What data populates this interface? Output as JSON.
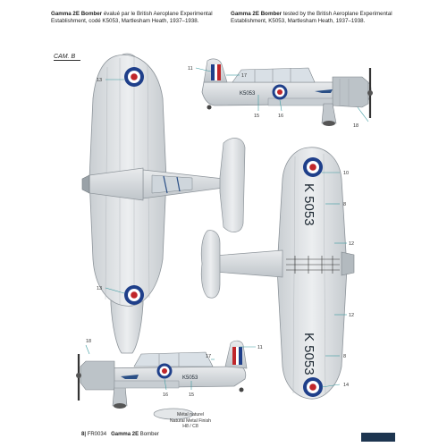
{
  "caption_fr": {
    "model": "Gamma 2E Bomber",
    "text": "évalué par le British Aeroplane Experimental Establishment, codé K5053, Martlesham Heath, 1937–1938."
  },
  "caption_en": {
    "model": "Gamma 2E Bomber",
    "text": "tested by the British Aeroplane Experimental Establishment, K5053, Martlesham Heath, 1937–1938."
  },
  "camo_label": "CAM. B",
  "callouts": {
    "n1": "13",
    "n2": "11",
    "n3": "17",
    "n4": "15",
    "n5": "16",
    "n6": "18",
    "n7": "10",
    "n8": "8",
    "n9": "12",
    "n10": "13",
    "n11": "12",
    "n12": "8",
    "n13": "14",
    "n14": "18",
    "n15": "11",
    "n16": "17",
    "n17": "16",
    "n18": "15"
  },
  "registration": {
    "wing_upper": "K 5053",
    "wing_lower": "K 5053",
    "fuselage": "K5053"
  },
  "legend": {
    "line1": "Métal naturel",
    "line2": "Natural Metal Finish",
    "line3": "H8 / C8"
  },
  "footer": {
    "page": "8|",
    "code": "FR0034",
    "title": "Gamma 2E",
    "subtitle": "Bomber"
  },
  "colors": {
    "metal": "#d9dde0",
    "panel": "#a8b0b6",
    "roundel_blue": "#1f3f8a",
    "roundel_red": "#c0262a",
    "teal": "#3a9aa0"
  }
}
